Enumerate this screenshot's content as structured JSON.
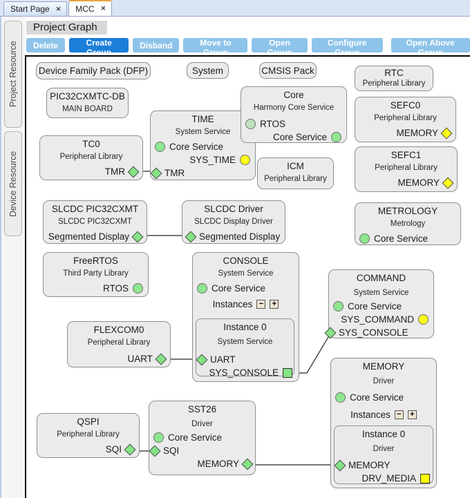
{
  "tabs": {
    "start_page": "Start Page",
    "mcc": "MCC",
    "close_glyph": "✕"
  },
  "header": {
    "title": "Project Graph"
  },
  "toolbar": {
    "delete": "Delete",
    "create_group": "Create Group",
    "disband": "Disband",
    "move_to_group": "Move to Group",
    "open_group": "Open Group",
    "configure_group": "Configure Group",
    "open_above_group": "Open Above Group"
  },
  "sidebar": {
    "project_resource": "Project Resource",
    "device_resource": "Device Resource"
  },
  "colors": {
    "accent_blue": "#1b7ed9",
    "light_blue_button": "#8ec4ea",
    "active_tab_stripe": "#e8a33d",
    "node_fill": "#ebebeb",
    "port_green": "#85e285",
    "port_pale_green": "#bfe0bf",
    "port_yellow": "#ffff1a",
    "wire": "#4a4a4a"
  },
  "nodes": {
    "dfp": {
      "title": "Device Family Pack (DFP)"
    },
    "system": {
      "title": "System"
    },
    "cmsis": {
      "title": "CMSIS Pack"
    },
    "rtc": {
      "title": "RTC",
      "subtitle": "Peripheral Library"
    },
    "board": {
      "title": "PIC32CXMTC-DB",
      "subtitle": "MAIN BOARD"
    },
    "core": {
      "title": "Core",
      "subtitle": "Harmony Core Service",
      "ports": {
        "rtos": "RTOS",
        "core_service": "Core Service"
      }
    },
    "sefc0": {
      "title": "SEFC0",
      "subtitle": "Peripheral Library",
      "ports": {
        "memory": "MEMORY"
      }
    },
    "time": {
      "title": "TIME",
      "subtitle": "System Service",
      "ports": {
        "core_service": "Core Service",
        "sys_time": "SYS_TIME",
        "tmr": "TMR"
      }
    },
    "tc0": {
      "title": "TC0",
      "subtitle": "Peripheral Library",
      "ports": {
        "tmr": "TMR"
      }
    },
    "icm": {
      "title": "ICM",
      "subtitle": "Peripheral Library"
    },
    "sefc1": {
      "title": "SEFC1",
      "subtitle": "Peripheral Library",
      "ports": {
        "memory": "MEMORY"
      }
    },
    "slcdc": {
      "title": "SLCDC PIC32CXMT",
      "subtitle": "SLCDC PIC32CXMT",
      "ports": {
        "segmented_display": "Segmented Display"
      }
    },
    "slcdc_driver": {
      "title": "SLCDC Driver",
      "subtitle": "SLCDC Display Driver",
      "ports": {
        "segmented_display": "Segmented Display"
      }
    },
    "metrology": {
      "title": "METROLOGY",
      "subtitle": "Metrology",
      "ports": {
        "core_service": "Core Service"
      }
    },
    "freertos": {
      "title": "FreeRTOS",
      "subtitle": "Third Party Library",
      "ports": {
        "rtos": "RTOS"
      }
    },
    "console": {
      "title": "CONSOLE",
      "subtitle": "System Service",
      "ports": {
        "core_service": "Core Service"
      },
      "instances_label": "Instances",
      "minus": "−",
      "plus": "+",
      "instance0": {
        "title": "Instance 0",
        "subtitle": "System Service",
        "ports": {
          "uart": "UART",
          "sys_console": "SYS_CONSOLE"
        }
      }
    },
    "command": {
      "title": "COMMAND",
      "subtitle": "System Service",
      "ports": {
        "core_service": "Core Service",
        "sys_command": "SYS_COMMAND",
        "sys_console": "SYS_CONSOLE"
      }
    },
    "flexcom0": {
      "title": "FLEXCOM0",
      "subtitle": "Peripheral Library",
      "ports": {
        "uart": "UART"
      }
    },
    "memory": {
      "title": "MEMORY",
      "subtitle": "Driver",
      "ports": {
        "core_service": "Core Service"
      },
      "instances_label": "Instances",
      "minus": "−",
      "plus": "+",
      "instance0": {
        "title": "Instance 0",
        "subtitle": "Driver",
        "ports": {
          "memory": "MEMORY",
          "drv_media": "DRV_MEDIA"
        }
      }
    },
    "qspi": {
      "title": "QSPI",
      "subtitle": "Peripheral Library",
      "ports": {
        "sqi": "SQI"
      }
    },
    "sst26": {
      "title": "SST26",
      "subtitle": "Driver",
      "ports": {
        "core_service": "Core Service",
        "sqi": "SQI",
        "memory": "MEMORY"
      }
    }
  }
}
